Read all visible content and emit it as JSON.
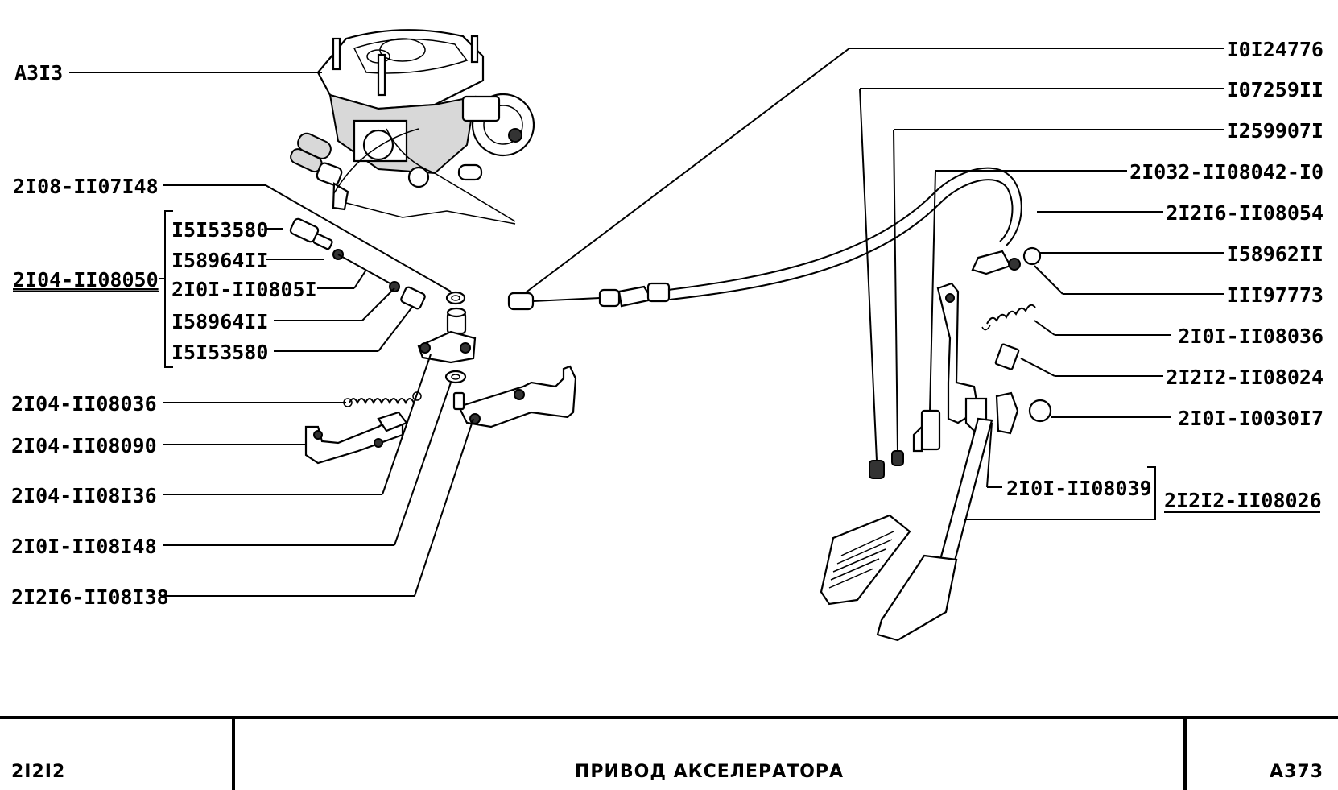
{
  "labels_left": {
    "carb": "A3I3",
    "l1": "2I08-II07I48",
    "group": "2I04-II08050",
    "g1": "I5I53580",
    "g2": "I58964II",
    "g3": "2I0I-II0805I",
    "g4": "I58964II",
    "g5": "I5I53580",
    "l2": "2I04-II08036",
    "l3": "2I04-II08090",
    "l4": "2I04-II08I36",
    "l5": "2I0I-II08I48",
    "l6": "2I2I6-II08I38"
  },
  "labels_right": {
    "r1": "I0I24776",
    "r2": "I07259II",
    "r3": "I259907I",
    "r4": "2I032-II08042-I0",
    "r5": "2I2I6-II08054",
    "r6": "I58962II",
    "r7": "III97773",
    "r8": "2I0I-II08036",
    "r9": "2I2I2-II08024",
    "r10": "2I0I-I0030I7",
    "r11": "2I0I-II08039",
    "group": "2I2I2-II08026"
  },
  "footer": {
    "model": "2I2I2",
    "title": "ПРИВОД АКСЕЛЕРАТОРА",
    "code": "A373"
  }
}
